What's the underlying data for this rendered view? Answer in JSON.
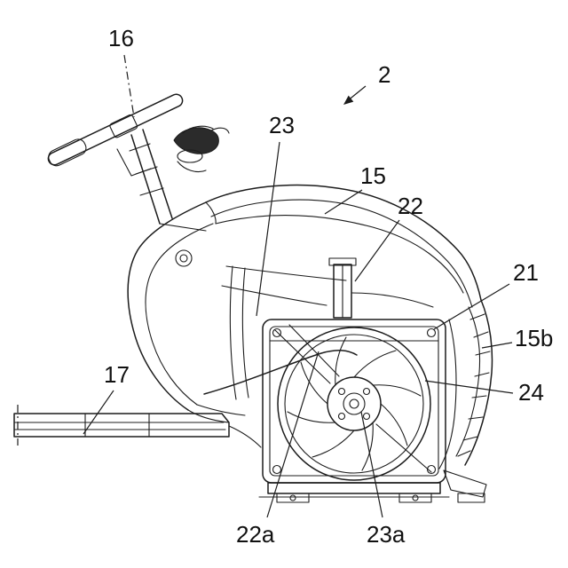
{
  "figure": {
    "background_color": "#ffffff",
    "line_color": "#1c1c1c",
    "description_visible_text_only": "patent-style line drawing with numeric reference labels"
  },
  "labels": {
    "l16": {
      "text": "16",
      "leader_style": "dash-dot"
    },
    "l2": {
      "text": "2",
      "leader_style": "arrow"
    },
    "l23": {
      "text": "23",
      "leader_style": "plain"
    },
    "l15": {
      "text": "15",
      "leader_style": "plain"
    },
    "l22": {
      "text": "22",
      "leader_style": "plain"
    },
    "l21": {
      "text": "21",
      "leader_style": "plain"
    },
    "l15b": {
      "text": "15b",
      "leader_style": "plain"
    },
    "l24": {
      "text": "24",
      "leader_style": "plain"
    },
    "l17": {
      "text": "17",
      "leader_style": "plain"
    },
    "l22a": {
      "text": "22a",
      "leader_style": "plain"
    },
    "l23a": {
      "text": "23a",
      "leader_style": "plain"
    }
  }
}
